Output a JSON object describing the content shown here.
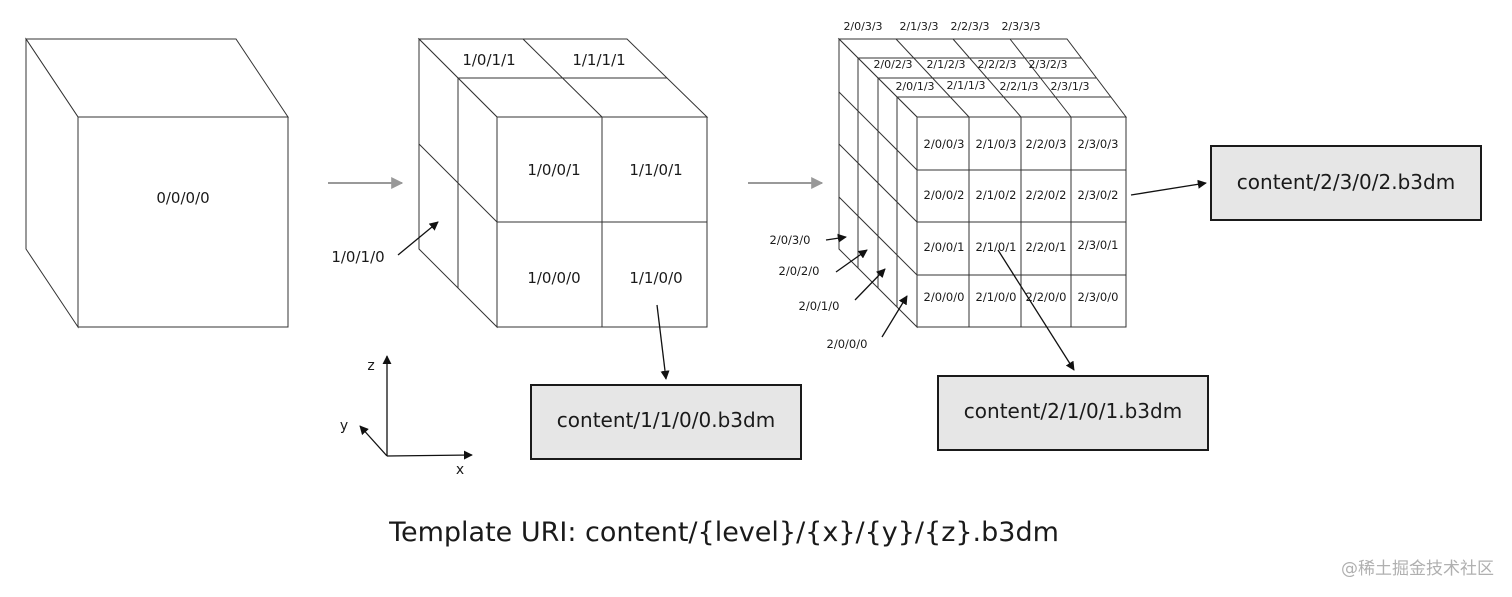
{
  "colors": {
    "line": "#333333",
    "box_fill": "#e6e6e6",
    "flow_arrow": "#999999",
    "watermark": "#b0b0b0"
  },
  "level0": {
    "tile": "0/0/0/0"
  },
  "level1": {
    "front": [
      "1/0/0/1",
      "1/1/0/1",
      "1/0/0/0",
      "1/1/0/0"
    ],
    "top": [
      "1/0/1/1",
      "1/1/1/1"
    ],
    "side_pointer": "1/0/1/0",
    "content_box": "content/1/1/0/0.b3dm"
  },
  "level2": {
    "front_rows": [
      [
        "2/0/0/3",
        "2/1/0/3",
        "2/2/0/3",
        "2/3/0/3"
      ],
      [
        "2/0/0/2",
        "2/1/0/2",
        "2/2/0/2",
        "2/3/0/2"
      ],
      [
        "2/0/0/1",
        "2/1/0/1",
        "2/2/0/1",
        "2/3/0/1"
      ],
      [
        "2/0/0/0",
        "2/1/0/0",
        "2/2/0/0",
        "2/3/0/0"
      ]
    ],
    "top_rows": [
      [
        "2/0/3/3",
        "2/1/3/3",
        "2/2/3/3",
        "2/3/3/3"
      ],
      [
        "2/0/2/3",
        "2/1/2/3",
        "2/2/2/3",
        "2/3/2/3"
      ],
      [
        "2/0/1/3",
        "2/1/1/3",
        "2/2/1/3",
        "2/3/1/3"
      ]
    ],
    "side_pointers": [
      "2/0/3/0",
      "2/0/2/0",
      "2/0/1/0",
      "2/0/0/0"
    ],
    "content_box_right": "content/2/3/0/2.b3dm",
    "content_box_bottom": "content/2/1/0/1.b3dm"
  },
  "axes": {
    "z": "z",
    "y": "y",
    "x": "x"
  },
  "template_uri": "Template URI: content/{level}/{x}/{y}/{z}.b3dm",
  "watermark": "@稀土掘金技术社区"
}
